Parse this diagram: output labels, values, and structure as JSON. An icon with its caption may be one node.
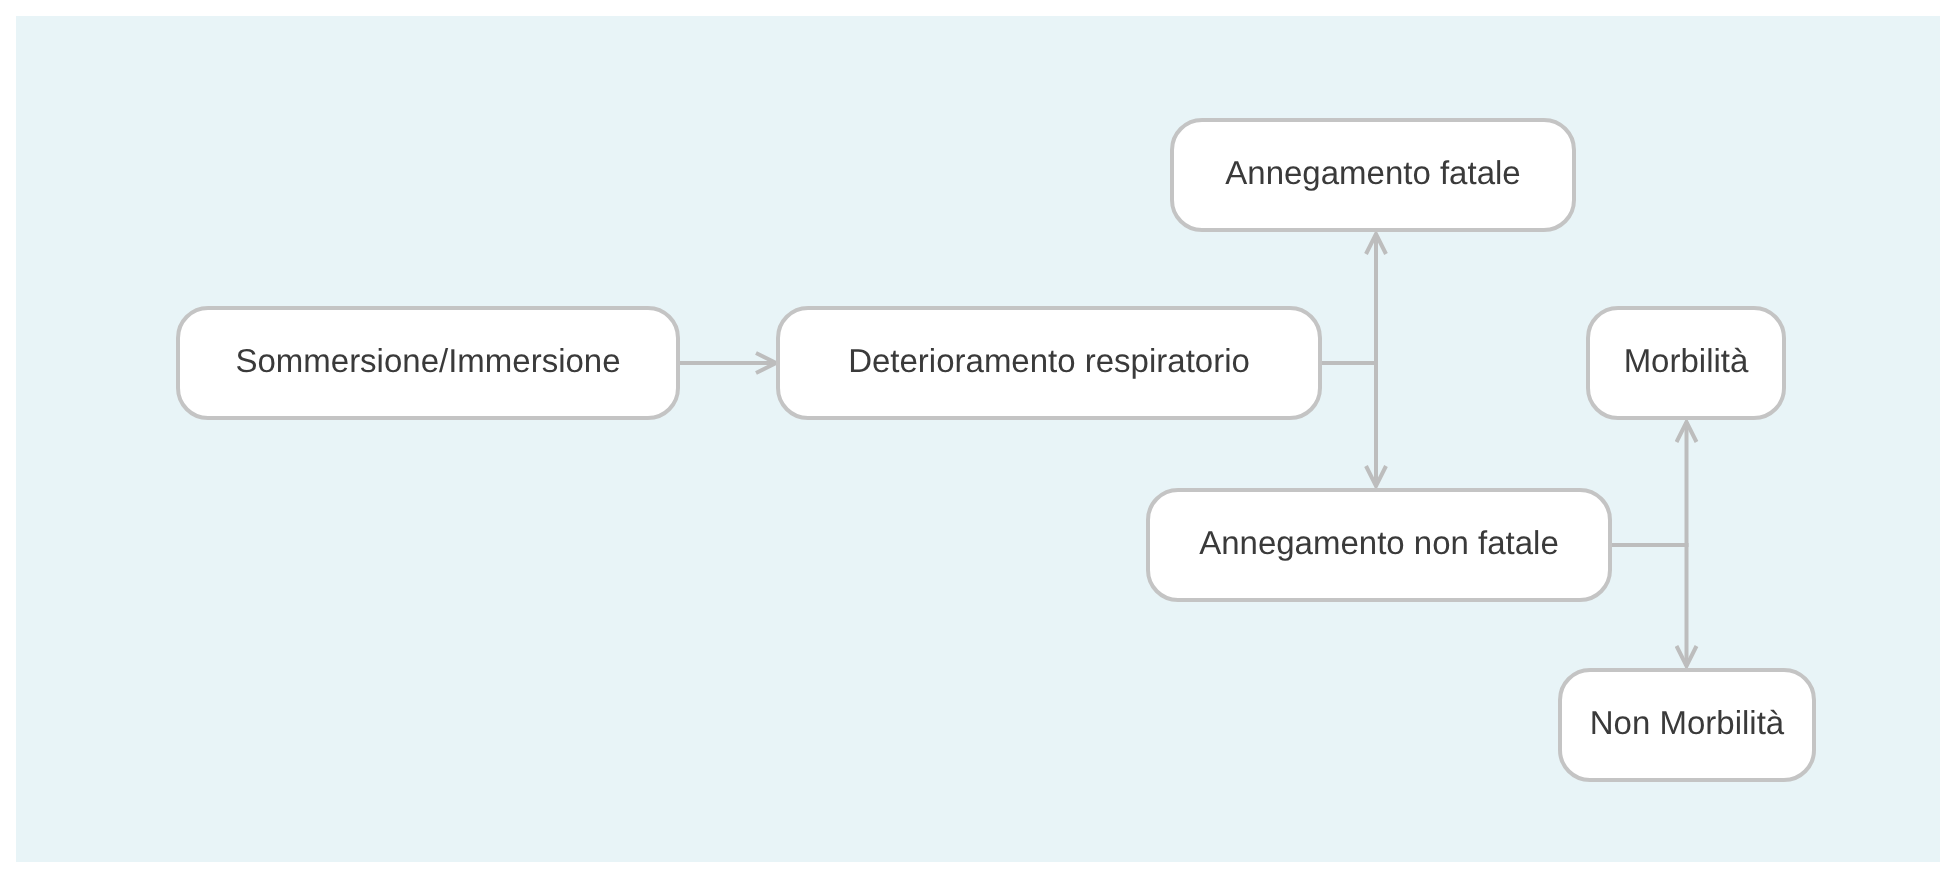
{
  "diagram": {
    "nodes": [
      {
        "text": [
          "Sommersione/Immersione"
        ]
      },
      {
        "text": [
          "Deterioramento respiratorio"
        ]
      },
      {
        "text": [
          "Annegamento fatale"
        ]
      },
      {
        "text": [
          "Annegamento non fatale"
        ]
      },
      {
        "text": [
          "Morbilità"
        ]
      },
      {
        "text": [
          "Non Morbilità"
        ]
      }
    ],
    "edges": [
      {
        "from": 0,
        "to": 1,
        "arrow": "to"
      },
      {
        "from": 1,
        "to": 2,
        "arrow": "to"
      },
      {
        "from": 1,
        "to": 3,
        "arrow": "to"
      },
      {
        "from": 3,
        "to": 4,
        "arrow": "to"
      },
      {
        "from": 3,
        "to": 5,
        "arrow": "to"
      }
    ]
  }
}
